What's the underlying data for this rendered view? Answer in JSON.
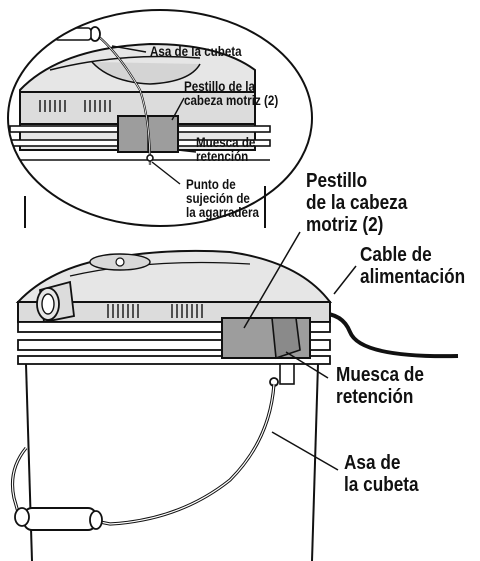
{
  "labels": {
    "inset_handle": "Asa de la cubeta",
    "inset_latch_1": "Pestillo de la",
    "inset_latch_2": "cabeza motriz (2)",
    "inset_notch_1": "Muesca de",
    "inset_notch_2": "retención",
    "inset_anchor_1": "Punto de",
    "inset_anchor_2": "sujeción de",
    "inset_anchor_3": "la agarradera",
    "main_latch_1": "Pestillo",
    "main_latch_2": "de la cabeza",
    "main_latch_3": "motriz (2)",
    "main_cord_1": "Cable de",
    "main_cord_2": "alimentación",
    "main_notch_1": "Muesca de",
    "main_notch_2": "retención",
    "main_handle_1": "Asa de",
    "main_handle_2": "la cubeta"
  },
  "colors": {
    "line": "#111111",
    "latch_fill": "#9d9d9d",
    "head_fill": "#e6e6e6",
    "background": "#ffffff"
  }
}
